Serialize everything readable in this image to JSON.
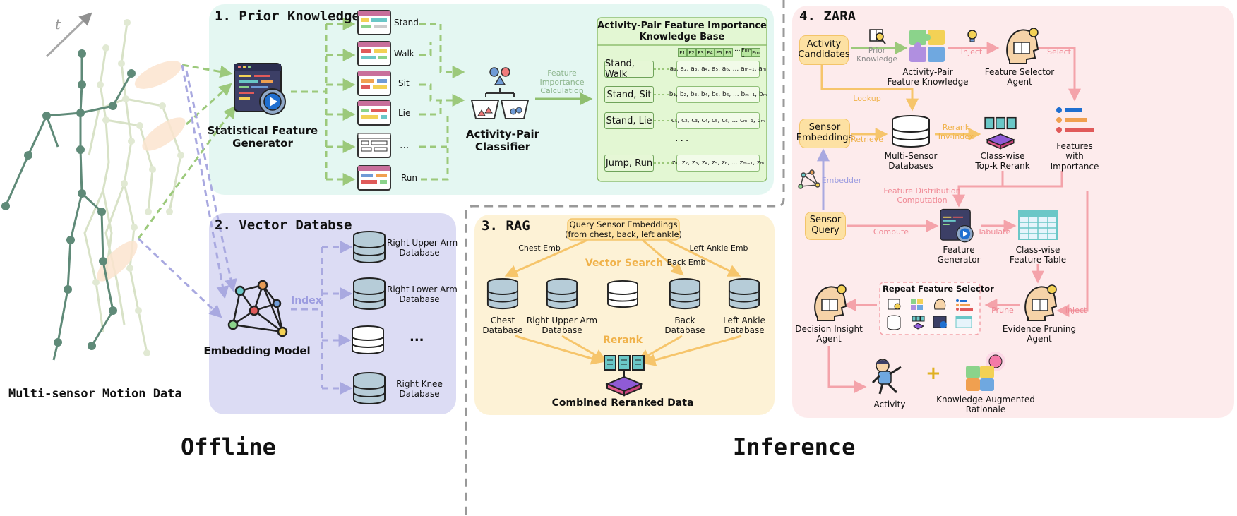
{
  "left": {
    "axis_t": "t",
    "caption": "Multi-sensor Motion Data"
  },
  "phases": {
    "offline": "Offline",
    "inference": "Inference"
  },
  "prior": {
    "title": "1. Prior Knowledge",
    "generator": "Statistical Feature\nGenerator",
    "activities": [
      "Stand",
      "Walk",
      "Sit",
      "Lie",
      "...",
      "Run"
    ],
    "classifier": "Activity-Pair\nClassifier",
    "edge_label": "Feature\nImportance\nCalculation",
    "kb": {
      "title": "Activity-Pair Feature Importance\nKnowledge Base",
      "features": [
        "F1",
        "F2",
        "F3",
        "F4",
        "F5",
        "F6",
        "...",
        "Fm-1",
        "Fm"
      ],
      "rows": [
        {
          "pair": "Stand, Walk",
          "values": "a₁, a₂, a₃, a₄, a₅, a₆, ... aₘ₋₁, aₘ"
        },
        {
          "pair": "Stand, Sit",
          "values": "b₁, b₂, b₃, b₄, b₅, b₆, ... bₘ₋₁, bₘ"
        },
        {
          "pair": "Stand, Lie",
          "values": "c₁, c₂, c₃, c₄, c₅, c₆, ... cₘ₋₁, cₘ"
        },
        {
          "pair": "Jump, Run",
          "values": "z₁, z₂, z₃, z₄, z₅, z₆, ... zₘ₋₁, zₘ"
        }
      ],
      "ellipsis": "..."
    }
  },
  "vector": {
    "title": "2. Vector Databse",
    "model": "Embedding Model",
    "index": "Index",
    "dbs": [
      "Right Upper Arm\nDatabase",
      "Right Lower Arm\nDatabase",
      "...",
      "Right Knee\nDatabase"
    ]
  },
  "rag": {
    "title": "3. RAG",
    "query": "Query Sensor Embeddings\n(from chest, back, left ankle)",
    "edges": [
      "Chest Emb",
      "Back Emb",
      "Left Ankle Emb"
    ],
    "vector_search": "Vector Search",
    "dbs": [
      "Chest\nDatabase",
      "Right Upper Arm\nDatabase",
      "",
      "Back\nDatabase",
      "Left Ankle\nDatabase"
    ],
    "rerank": "Rerank",
    "output": "Combined Reranked Data"
  },
  "zara": {
    "title": "4. ZARA",
    "activity_candidates": "Activity\nCandidates",
    "prior_knowledge": "Prior\nKnowledge",
    "pair_knowledge": "Activity-Pair\nFeature Knowledge",
    "inject": "Inject",
    "feature_selector": "Feature Selector\nAgent",
    "select": "Select",
    "lookup": "Lookup",
    "sensor_embeddings": "Sensor\nEmbeddings",
    "retrieve": "Retrieve",
    "multi_db": "Multi-Sensor\nDatabases",
    "rerank_inv": "Rerank\nInv-index",
    "classwise_rerank": "Class-wise\nTop-k Rerank",
    "features_importance": "Features\nwith\nImportance",
    "embedder": "Embedder",
    "feature_dist": "Feature Distribution\nComputation",
    "sensor_query": "Sensor\nQuery",
    "compute": "Compute",
    "feature_generator": "Feature\nGenerator",
    "tabulate": "Tabulate",
    "classwise_table": "Class-wise\nFeature Table",
    "repeat_title": "Repeat Feature Selector",
    "prune": "Prune",
    "inject2": "Inject",
    "evidence_pruning": "Evidence Pruning\nAgent",
    "decision_agent": "Decision Insight\nAgent",
    "activity": "Activity",
    "plus": "+",
    "rationale": "Knowledge-Augmented\nRationale"
  },
  "colors": {
    "prior_bg": "#e4f7f2",
    "vector_bg": "#dcdcf4",
    "rag_bg": "#fdf2d6",
    "zara_bg": "#fdebec",
    "green_dash": "#9cc97b",
    "purple_dash": "#a9a9e0",
    "orange": "#f6c56b",
    "pink": "#f4a3aa"
  }
}
